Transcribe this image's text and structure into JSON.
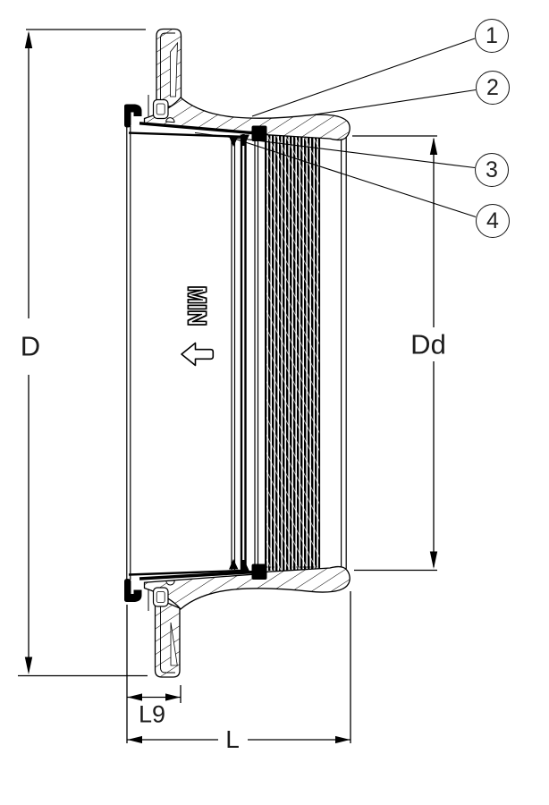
{
  "drawing": {
    "type": "filter-element-cross-section",
    "colors": {
      "line": "#000000",
      "background": "#ffffff"
    },
    "min_label": "MIN",
    "dimensions": {
      "d": "D",
      "dd": "Dd",
      "l9": "L9",
      "l": "L"
    },
    "callouts": [
      {
        "number": "1"
      },
      {
        "number": "2"
      },
      {
        "number": "3"
      },
      {
        "number": "4"
      }
    ]
  }
}
